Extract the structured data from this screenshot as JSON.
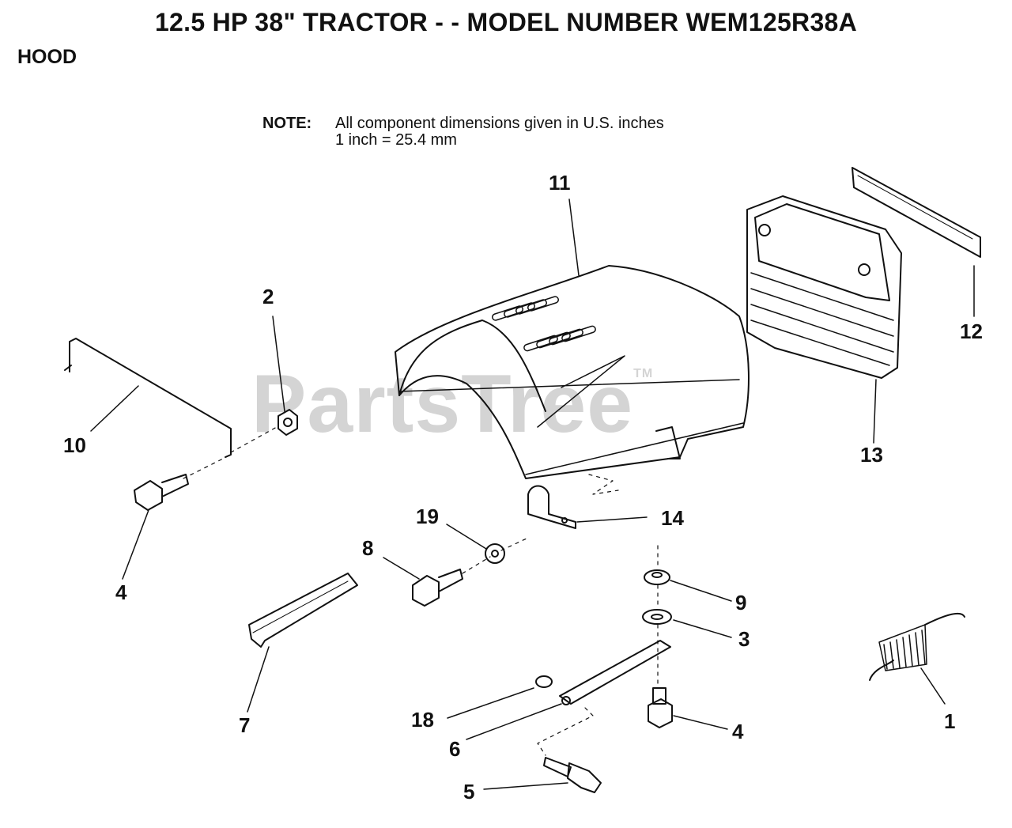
{
  "header": {
    "title": "12.5 HP 38\" TRACTOR - - MODEL NUMBER WEM125R38A",
    "section": "HOOD"
  },
  "note": {
    "label": "NOTE:",
    "line1": "All component dimensions given in U.S. inches",
    "line2": "1 inch = 25.4 mm"
  },
  "watermark": {
    "text": "PartsTree",
    "mark": "TM"
  },
  "callouts": {
    "c11": "11",
    "c2": "2",
    "c10": "10",
    "c4a": "4",
    "c12": "12",
    "c13": "13",
    "c19": "19",
    "c14": "14",
    "c8": "8",
    "c9": "9",
    "c3": "3",
    "c7": "7",
    "c18": "18",
    "c6": "6",
    "c4b": "4",
    "c1": "1",
    "c5": "5"
  }
}
